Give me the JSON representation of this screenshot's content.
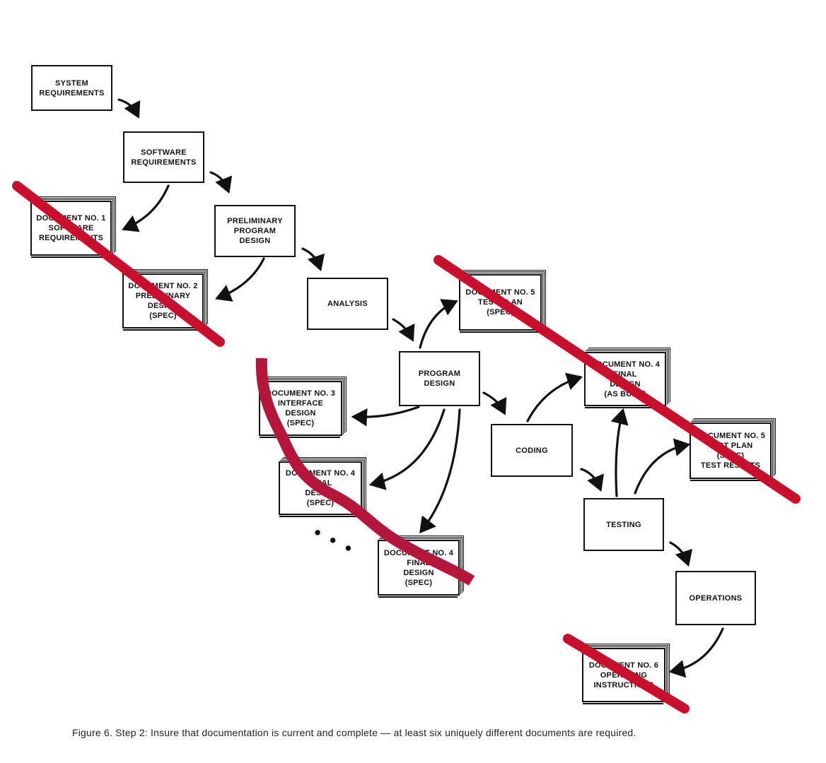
{
  "process_steps": {
    "system_requirements": [
      "SYSTEM",
      "REQUIREMENTS"
    ],
    "software_requirements": [
      "SOFTWARE",
      "REQUIREMENTS"
    ],
    "preliminary_program_design": [
      "PRELIMINARY",
      "PROGRAM",
      "DESIGN"
    ],
    "analysis": [
      "ANALYSIS"
    ],
    "program_design": [
      "PROGRAM",
      "DESIGN"
    ],
    "coding": [
      "CODING"
    ],
    "testing": [
      "TESTING"
    ],
    "operations": [
      "OPERATIONS"
    ]
  },
  "documents": {
    "doc1": [
      "DOCUMENT NO. 1",
      "SOFTWARE",
      "REQUIREMENTS"
    ],
    "doc2": [
      "DOCUMENT NO. 2",
      "PRELIMINARY",
      "DESIGN",
      "(SPEC)"
    ],
    "doc5_spec": [
      "DOCUMENT NO. 5",
      "TEST PLAN",
      "(SPEC)"
    ],
    "doc3": [
      "DOCUMENT NO. 3",
      "INTERFACE",
      "DESIGN",
      "(SPEC)"
    ],
    "doc4_a": [
      "DOCUMENT NO. 4",
      "FINAL",
      "DESIGN",
      "(SPEC)"
    ],
    "doc4_b": [
      "DOCUMENT NO. 4",
      "FINAL",
      "DESIGN",
      "(SPEC)"
    ],
    "doc4_built": [
      "DOCUMENT NO. 4",
      "FINAL",
      "DESIGN",
      "(AS BUILT)"
    ],
    "doc5_results": [
      "DOCUMENT NO. 5",
      "TEST PLAN",
      "(SPEC)",
      "TEST RESULTS"
    ],
    "doc6": [
      "DOCUMENT NO. 6",
      "OPERATING",
      "INSTRUCTIONS"
    ]
  },
  "ellipsis": "• • •",
  "caption": "Figure 6.  Step 2:  Insure that documentation is current and complete — at least six uniquely different documents are required.",
  "colors": {
    "ink": "#111111",
    "strike": "#c8102e",
    "scribble": "#b5163b"
  }
}
